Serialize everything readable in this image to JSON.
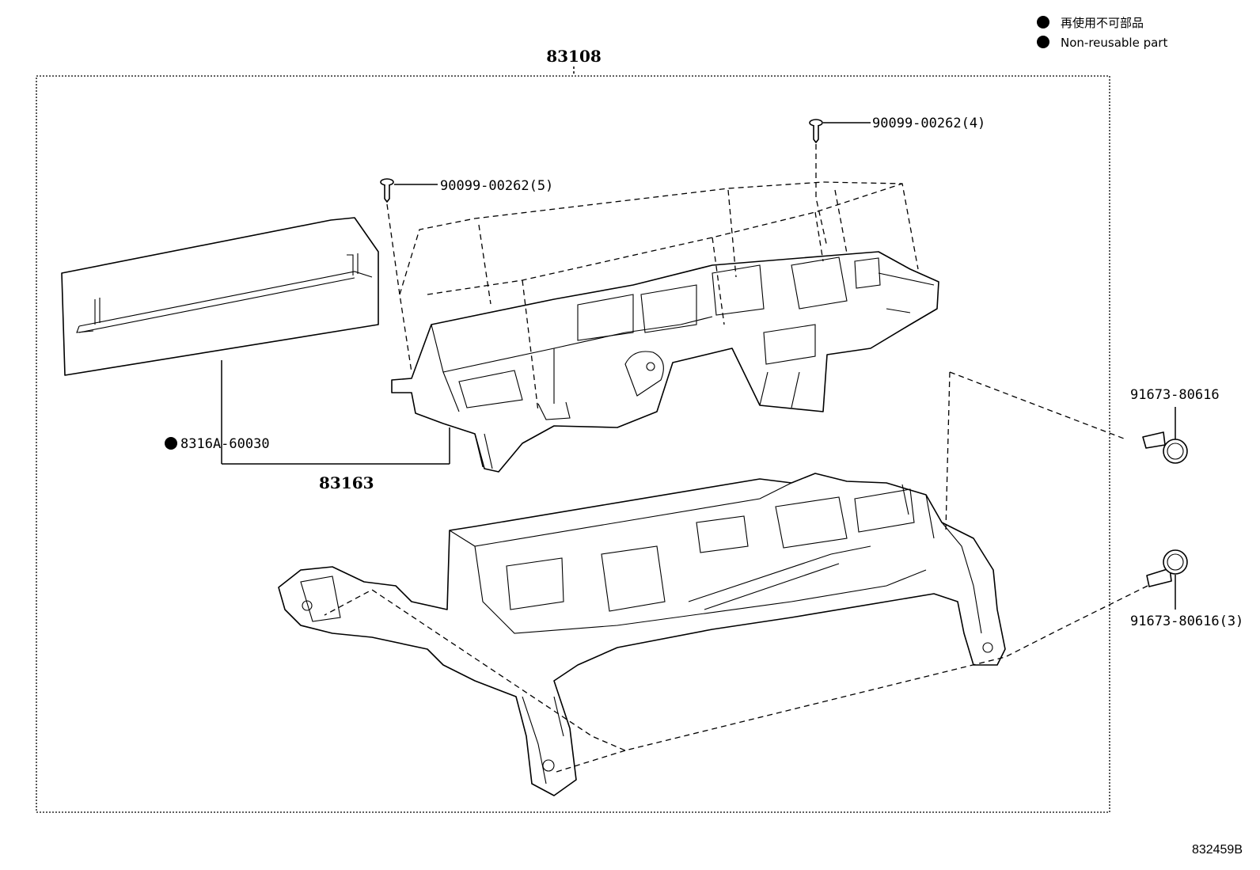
{
  "legend": [
    {
      "marker": "filled-dot",
      "text": "再使用不可部品"
    },
    {
      "marker": "filled-dot",
      "text": "Non-reusable part"
    }
  ],
  "assembly": {
    "number": "83108"
  },
  "parts": {
    "screw_upper_right": {
      "number": "90099-00262(4)"
    },
    "screw_upper_left": {
      "number": "90099-00262(5)"
    },
    "cover_plate": {
      "number": "8316A-60030",
      "non_reusable": true
    },
    "housing_sub": {
      "number": "83163"
    },
    "bolt_upper": {
      "number": "91673-80616"
    },
    "bolt_lower": {
      "number": "91673-80616(3)"
    }
  },
  "illustration_code": "832459B"
}
